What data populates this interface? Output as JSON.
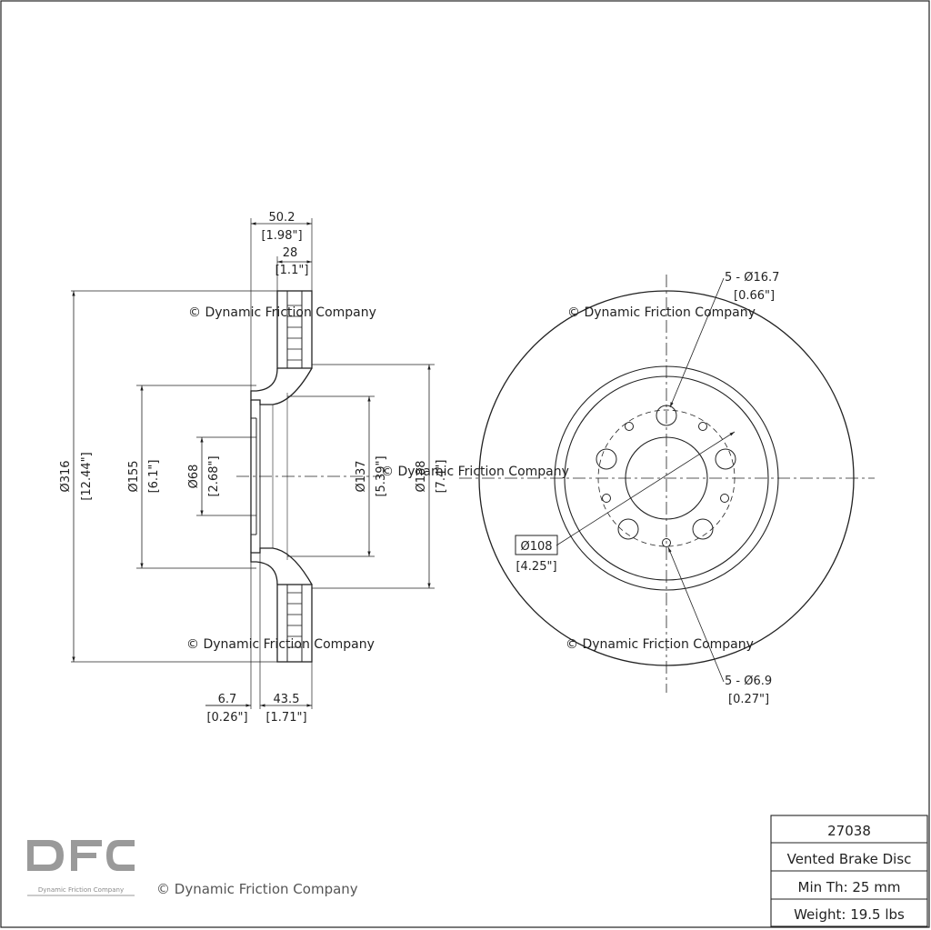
{
  "watermark": "© Dynamic Friction Company",
  "logo": {
    "mark": "DFC",
    "subtitle": "Dynamic Friction Company"
  },
  "footer_copyright": "© Dynamic Friction Company",
  "title_block": {
    "part_number": "27038",
    "description": "Vented Brake Disc",
    "min_thickness": "Min Th: 25 mm",
    "weight": "Weight: 19.5 lbs"
  },
  "side_view_dims": {
    "overall_width": {
      "mm": "50.2",
      "in": "[1.98\"]"
    },
    "friction_width": {
      "mm": "28",
      "in": "[1.1\"]"
    },
    "outer_diameter": {
      "mm": "Ø316",
      "in": "[12.44\"]"
    },
    "hat_diameter": {
      "mm": "Ø155",
      "in": "[6.1\"]"
    },
    "center_bore": {
      "mm": "Ø68",
      "in": "[2.68\"]"
    },
    "inner_diameter": {
      "mm": "Ø137",
      "in": "[5.39\"]"
    },
    "vane_diameter": {
      "mm": "Ø188",
      "in": "[7.4\"]"
    },
    "hat_offset": {
      "mm": "6.7",
      "in": "[0.26\"]"
    },
    "hat_depth": {
      "mm": "43.5",
      "in": "[1.71\"]"
    }
  },
  "front_view_dims": {
    "bolt_holes": {
      "mm": "5 - Ø16.7",
      "in": "[0.66\"]"
    },
    "bolt_circle": {
      "mm": "Ø108",
      "in": "[4.25\"]"
    },
    "small_holes": {
      "mm": "5 - Ø6.9",
      "in": "[0.27\"]"
    }
  }
}
